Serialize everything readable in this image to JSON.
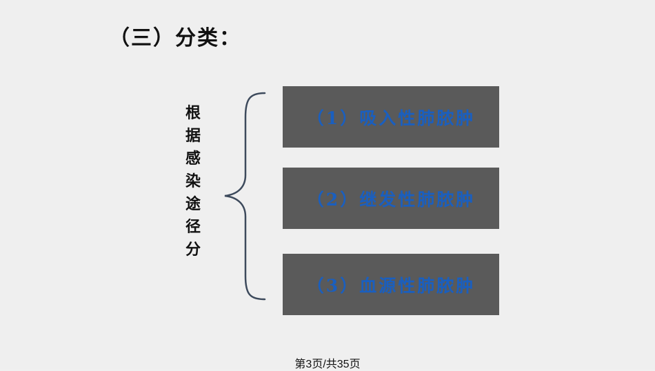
{
  "slide": {
    "title": "（三）分类：",
    "vertical_label": [
      "根",
      "据",
      "感",
      "染",
      "途",
      "径",
      "分"
    ],
    "categories": [
      "（1）吸入性肺脓肿",
      "（2）继发性肺脓肿",
      "（3）血源性肺脓肿"
    ],
    "footer": "第3页/共35页"
  },
  "colors": {
    "background": "#efefef",
    "box_fill": "#5a5a5a",
    "box_text": "#1a5fbf",
    "brace": "#3d4a5c"
  }
}
